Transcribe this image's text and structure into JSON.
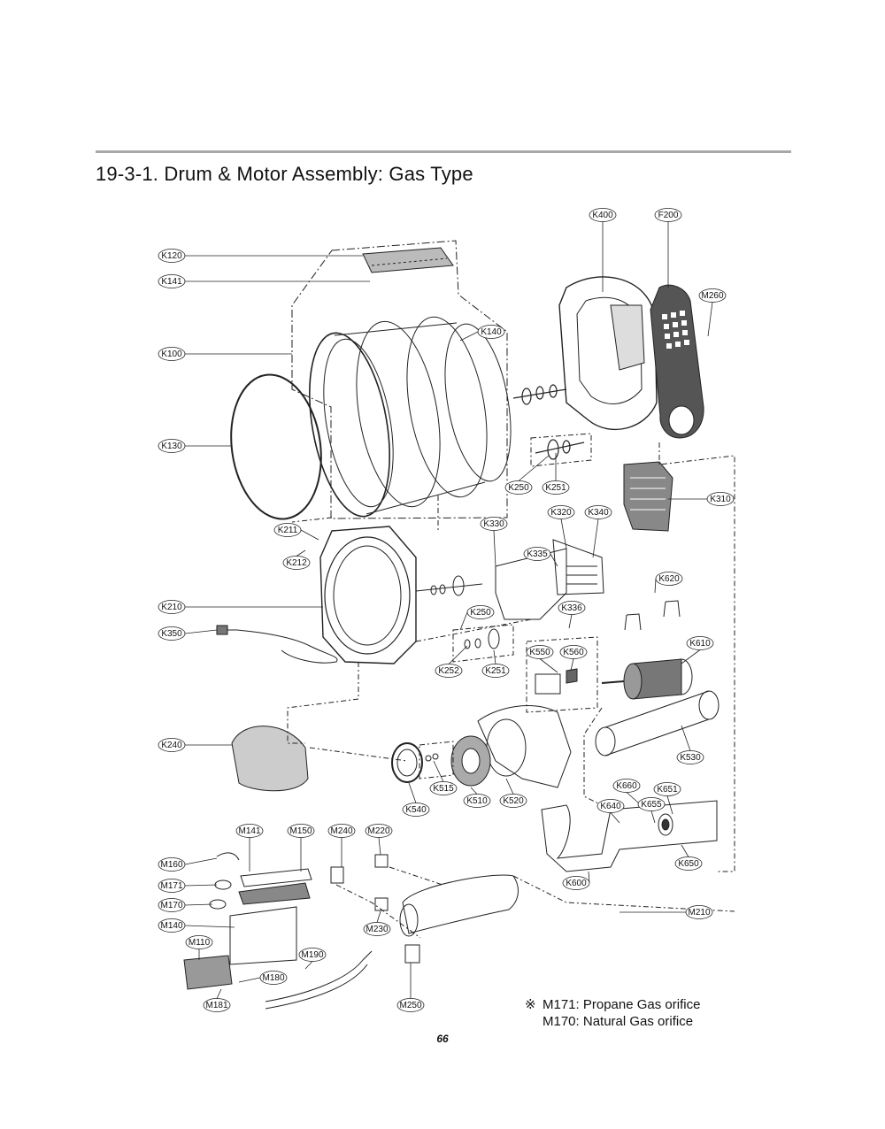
{
  "page": {
    "title": "19-3-1. Drum & Motor Assembly: Gas Type",
    "page_number": "66"
  },
  "notes": {
    "symbol": "※",
    "line1": "M171: Propane Gas orifice",
    "line2": "M170: Natural Gas orifice"
  },
  "callouts": [
    "K400",
    "F200",
    "K120",
    "K141",
    "M260",
    "K140",
    "K100",
    "K130",
    "K250",
    "K251",
    "K310",
    "K320",
    "K340",
    "K330",
    "K211",
    "K335",
    "K212",
    "K620",
    "K210",
    "K336",
    "K250",
    "K350",
    "K610",
    "K550",
    "K560",
    "K252",
    "K251",
    "K240",
    "K530",
    "K515",
    "K660",
    "K651",
    "K540",
    "K510",
    "K520",
    "K640",
    "K655",
    "M141",
    "M150",
    "M240",
    "M220",
    "K650",
    "M160",
    "K600",
    "M171",
    "M170",
    "M210",
    "M140",
    "M230",
    "M110",
    "M190",
    "M180",
    "M181",
    "M250"
  ]
}
